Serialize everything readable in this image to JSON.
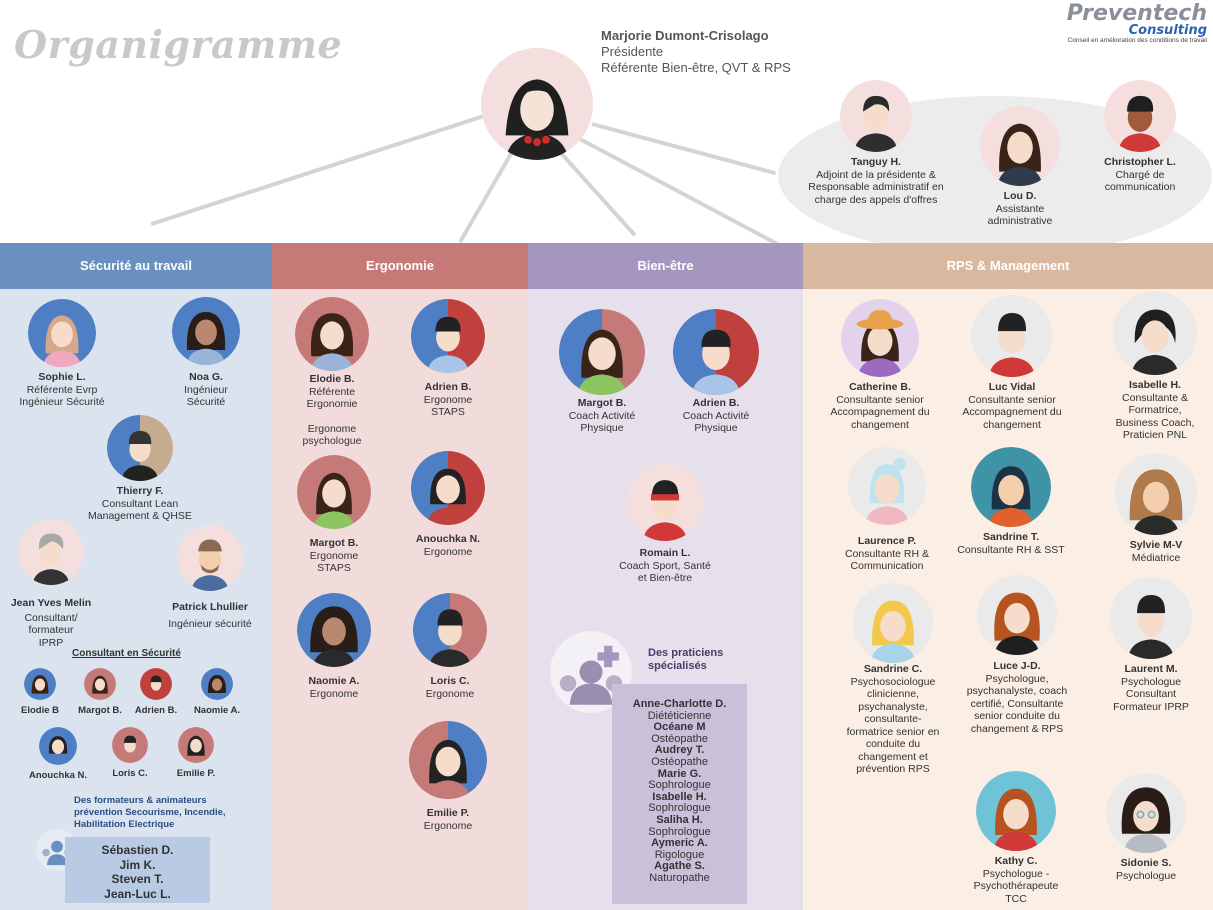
{
  "title": "Organigramme",
  "logo": {
    "main": "Preventech",
    "sub": "Consulting",
    "tagline": "Conseil en amélioration des conditions de travail"
  },
  "president": {
    "name": "Marjorie Dumont-Crisolago",
    "role1": "Présidente",
    "role2": "Référente Bien-être, QVT & RPS"
  },
  "staff": [
    {
      "name": "Tanguy H.",
      "role": "Adjoint de la présidente & Responsable administratif en charge des appels d'offres"
    },
    {
      "name": "Lou D.",
      "role": "Assistante administrative"
    },
    {
      "name": "Christopher L.",
      "role": "Chargé de communication"
    }
  ],
  "columns": {
    "securite": {
      "title": "Sécurité au travail",
      "people": [
        {
          "name": "Sophie L.",
          "role": "Référente Evrp Ingénieur Sécurité"
        },
        {
          "name": "Noa G.",
          "role": "Ingénieur Sécurité"
        },
        {
          "name": "Thierry F.",
          "role": "Consultant Lean Management & QHSE"
        },
        {
          "name": "Jean Yves Melin",
          "role": "Consultant/ formateur IPRP"
        },
        {
          "name": "Patrick Lhullier",
          "role": "Ingénieur sécurité"
        }
      ],
      "consultants_label": "Consultant en Sécurité",
      "consultants": [
        "Elodie B",
        "Margot B.",
        "Adrien B.",
        "Naomie A.",
        "Anouchka N.",
        "Loris C.",
        "Emilie P."
      ],
      "trainers_label": "Des formateurs & animateurs prévention Secourisme, Incendie, Habilitation Electrique",
      "trainers": [
        "Sébastien D.",
        "Jim K.",
        "Steven T.",
        "Jean-Luc L."
      ]
    },
    "ergonomie": {
      "title": "Ergonomie",
      "people": [
        {
          "name": "Elodie B.",
          "role": "Référente Ergonomie",
          "extra": "Ergonome psychologue"
        },
        {
          "name": "Adrien B.",
          "role": "Ergonome STAPS"
        },
        {
          "name": "Margot B.",
          "role": "Ergonome STAPS"
        },
        {
          "name": "Anouchka N.",
          "role": "Ergonome"
        },
        {
          "name": "Naomie A.",
          "role": "Ergonome"
        },
        {
          "name": "Loris C.",
          "role": "Ergonome"
        },
        {
          "name": "Emilie P.",
          "role": "Ergonome"
        }
      ]
    },
    "bienetre": {
      "title": "Bien-être",
      "people": [
        {
          "name": "Margot B.",
          "role": "Coach Activité Physique"
        },
        {
          "name": "Adrien B.",
          "role": "Coach Activité Physique"
        },
        {
          "name": "Romain L.",
          "role": "Coach Sport, Santé et Bien-être"
        }
      ],
      "practitioners_label": "Des praticiens spécialisés",
      "practitioners": [
        {
          "name": "Anne-Charlotte D.",
          "role": "Diététicienne"
        },
        {
          "name": "Océane M",
          "role": "Ostéopathe"
        },
        {
          "name": "Audrey T.",
          "role": "Ostéopathe"
        },
        {
          "name": "Marie G.",
          "role": "Sophrologue"
        },
        {
          "name": "Isabelle H.",
          "role": "Sophrologue"
        },
        {
          "name": "Saliha H.",
          "role": "Sophrologue"
        },
        {
          "name": "Aymeric A.",
          "role": "Rigologue"
        },
        {
          "name": "Agathe S.",
          "role": "Naturopathe"
        }
      ]
    },
    "rps": {
      "title": "RPS & Management",
      "people": [
        {
          "name": "Catherine B.",
          "role": "Consultante senior Accompagnement du changement"
        },
        {
          "name": "Luc Vidal",
          "role": "Consultante senior Accompagnement du changement"
        },
        {
          "name": "Isabelle H.",
          "role": "Consultante & Formatrice, Business Coach, Praticien PNL"
        },
        {
          "name": "Laurence P.",
          "role": "Consultante RH & Communication"
        },
        {
          "name": "Sandrine T.",
          "role": "Consultante RH & SST"
        },
        {
          "name": "Sylvie M-V",
          "role": "Médiatrice"
        },
        {
          "name": "Sandrine C.",
          "role": "Psychosociologue clinicienne, psychanalyste, consultante-formatrice senior en conduite du changement et prévention RPS"
        },
        {
          "name": "Luce J-D.",
          "role": "Psychologue, psychanalyste, coach certifié, Consultante senior conduite du changement & RPS"
        },
        {
          "name": "Laurent M.",
          "role": "Psychologue Consultant Formateur IPRP"
        },
        {
          "name": "Kathy C.",
          "role": "Psychologue - Psychothérapeute TCC"
        },
        {
          "name": "Sidonie S.",
          "role": "Psychologue"
        }
      ]
    }
  }
}
